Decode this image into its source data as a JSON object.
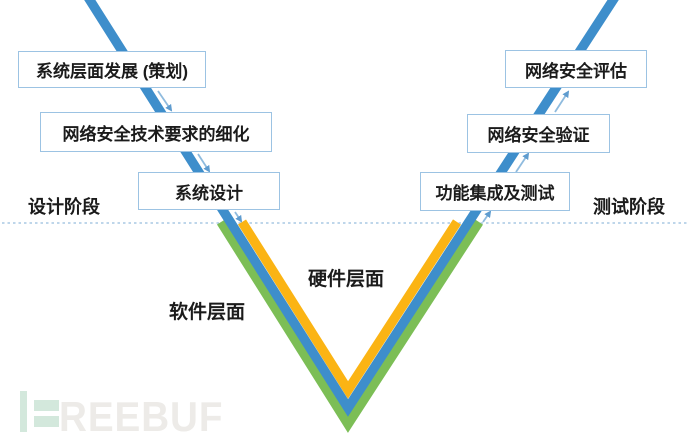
{
  "diagram": {
    "left_boxes": [
      {
        "label": "系统层面发展 (策划)"
      },
      {
        "label": "网络安全技术要求的细化"
      },
      {
        "label": "系统设计"
      }
    ],
    "right_boxes": [
      {
        "label": "网络安全评估"
      },
      {
        "label": "网络安全验证"
      },
      {
        "label": "功能集成及测试"
      }
    ],
    "phase_labels": {
      "left": "设计阶段",
      "right": "测试阶段"
    },
    "layer_labels": {
      "software": "软件层面",
      "hardware": "硬件层面"
    }
  },
  "watermark": {
    "text": "REEBUF"
  },
  "colors": {
    "line_blue": "#3E8ECB",
    "stroke_yellow": "#FBB414",
    "stroke_green": "#7CBE56",
    "box_border": "#9CC3E3",
    "dashed_line": "#A8C8E4",
    "connector": "#8FBBDE",
    "connector_arrow": "#5F9CCF",
    "text": "#1B1B1B",
    "wm_letters": "#EDEBE8",
    "wm_green": "#D3E8DC"
  }
}
